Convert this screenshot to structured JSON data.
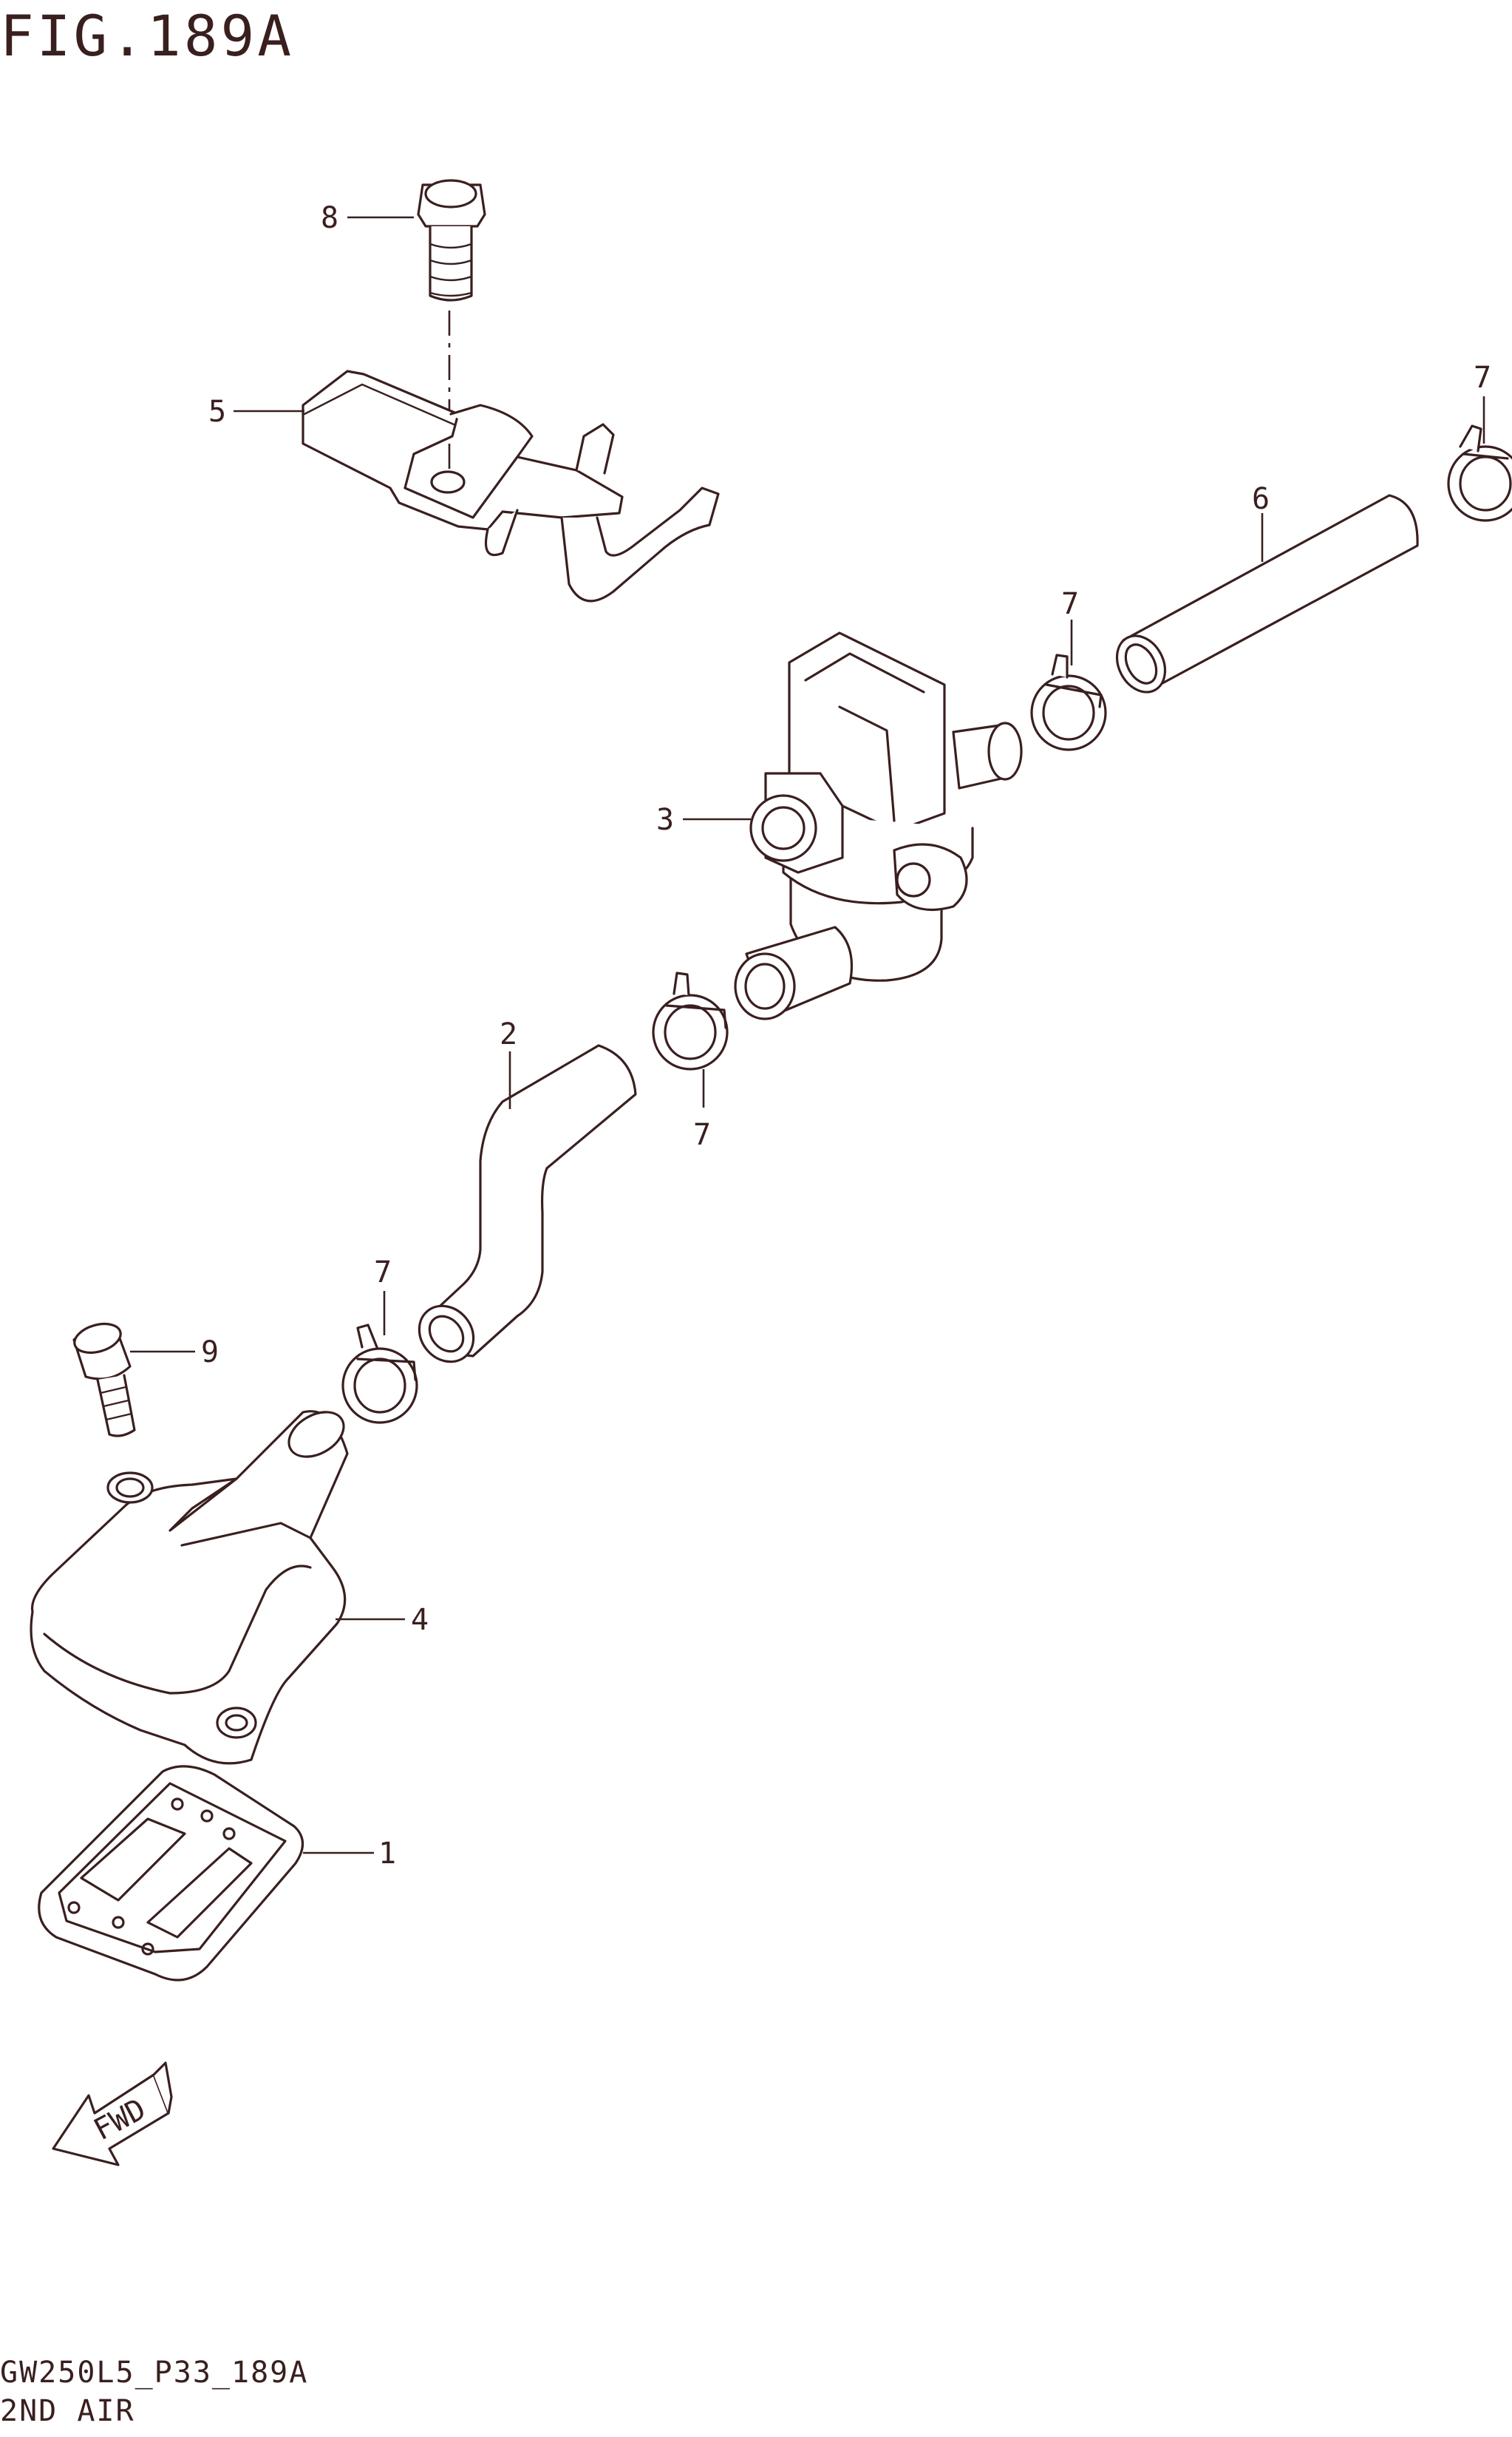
{
  "header": {
    "figure_title": "FIG.189A"
  },
  "footer": {
    "drawing_code": "GW250L5_P33_189A",
    "section_name": "2ND AIR"
  },
  "fwd_arrow": {
    "label": "FWD"
  },
  "callouts": [
    {
      "id": "c1",
      "number": "1"
    },
    {
      "id": "c2",
      "number": "2"
    },
    {
      "id": "c3",
      "number": "3"
    },
    {
      "id": "c4",
      "number": "4"
    },
    {
      "id": "c5",
      "number": "5"
    },
    {
      "id": "c6",
      "number": "6"
    },
    {
      "id": "c7a",
      "number": "7"
    },
    {
      "id": "c7b",
      "number": "7"
    },
    {
      "id": "c7c",
      "number": "7"
    },
    {
      "id": "c7d",
      "number": "7"
    },
    {
      "id": "c8",
      "number": "8"
    },
    {
      "id": "c9",
      "number": "9"
    }
  ],
  "colors": {
    "line": "#3a1f1f",
    "background": "#ffffff"
  }
}
